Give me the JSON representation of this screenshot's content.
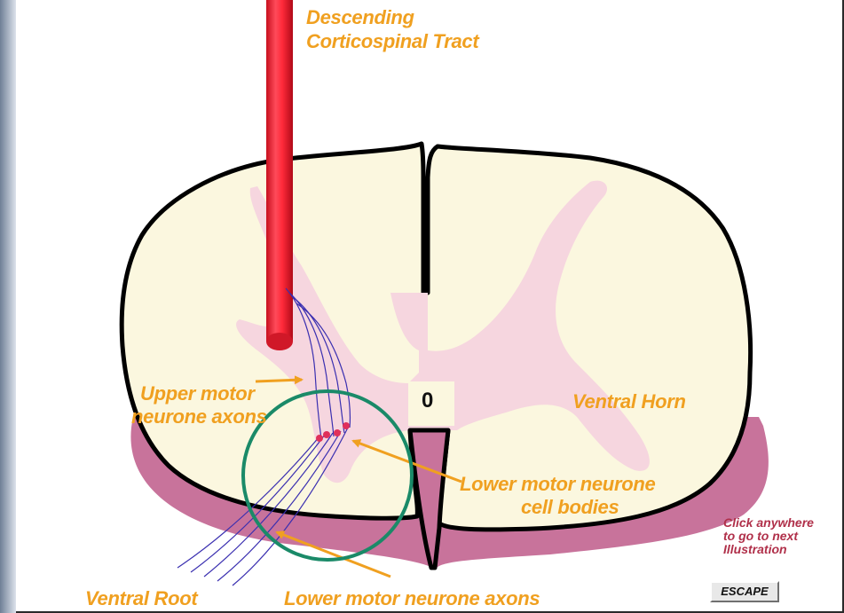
{
  "labels": {
    "tract_line1": "Descending",
    "tract_line2": "Corticospinal Tract",
    "upper_line1": "Upper motor",
    "upper_line2": "neurone axons",
    "central_canal": "0",
    "ventral_horn": "Ventral Horn",
    "lower_bodies_line1": "Lower motor neurone",
    "lower_bodies_line2": "cell bodies",
    "ventral_root": "Ventral Root",
    "lower_axons": "Lower motor neurone axons"
  },
  "navigation": {
    "hint_line1": "Click anywhere",
    "hint_line2": "to go to next",
    "hint_line3": "Illustration",
    "escape_label": "ESCAPE"
  },
  "colors": {
    "white_matter": "#fbf7df",
    "grey_matter": "#f6d6df",
    "shadow": "#c8739b",
    "outline": "#000000",
    "tract": "#ff3040",
    "axons": "#3a2fb0",
    "cell_bodies": "#e0305a",
    "arrows_and_labels": "#f0a020",
    "highlight_circle": "#1a8a68",
    "hint_text": "#b0304a"
  }
}
